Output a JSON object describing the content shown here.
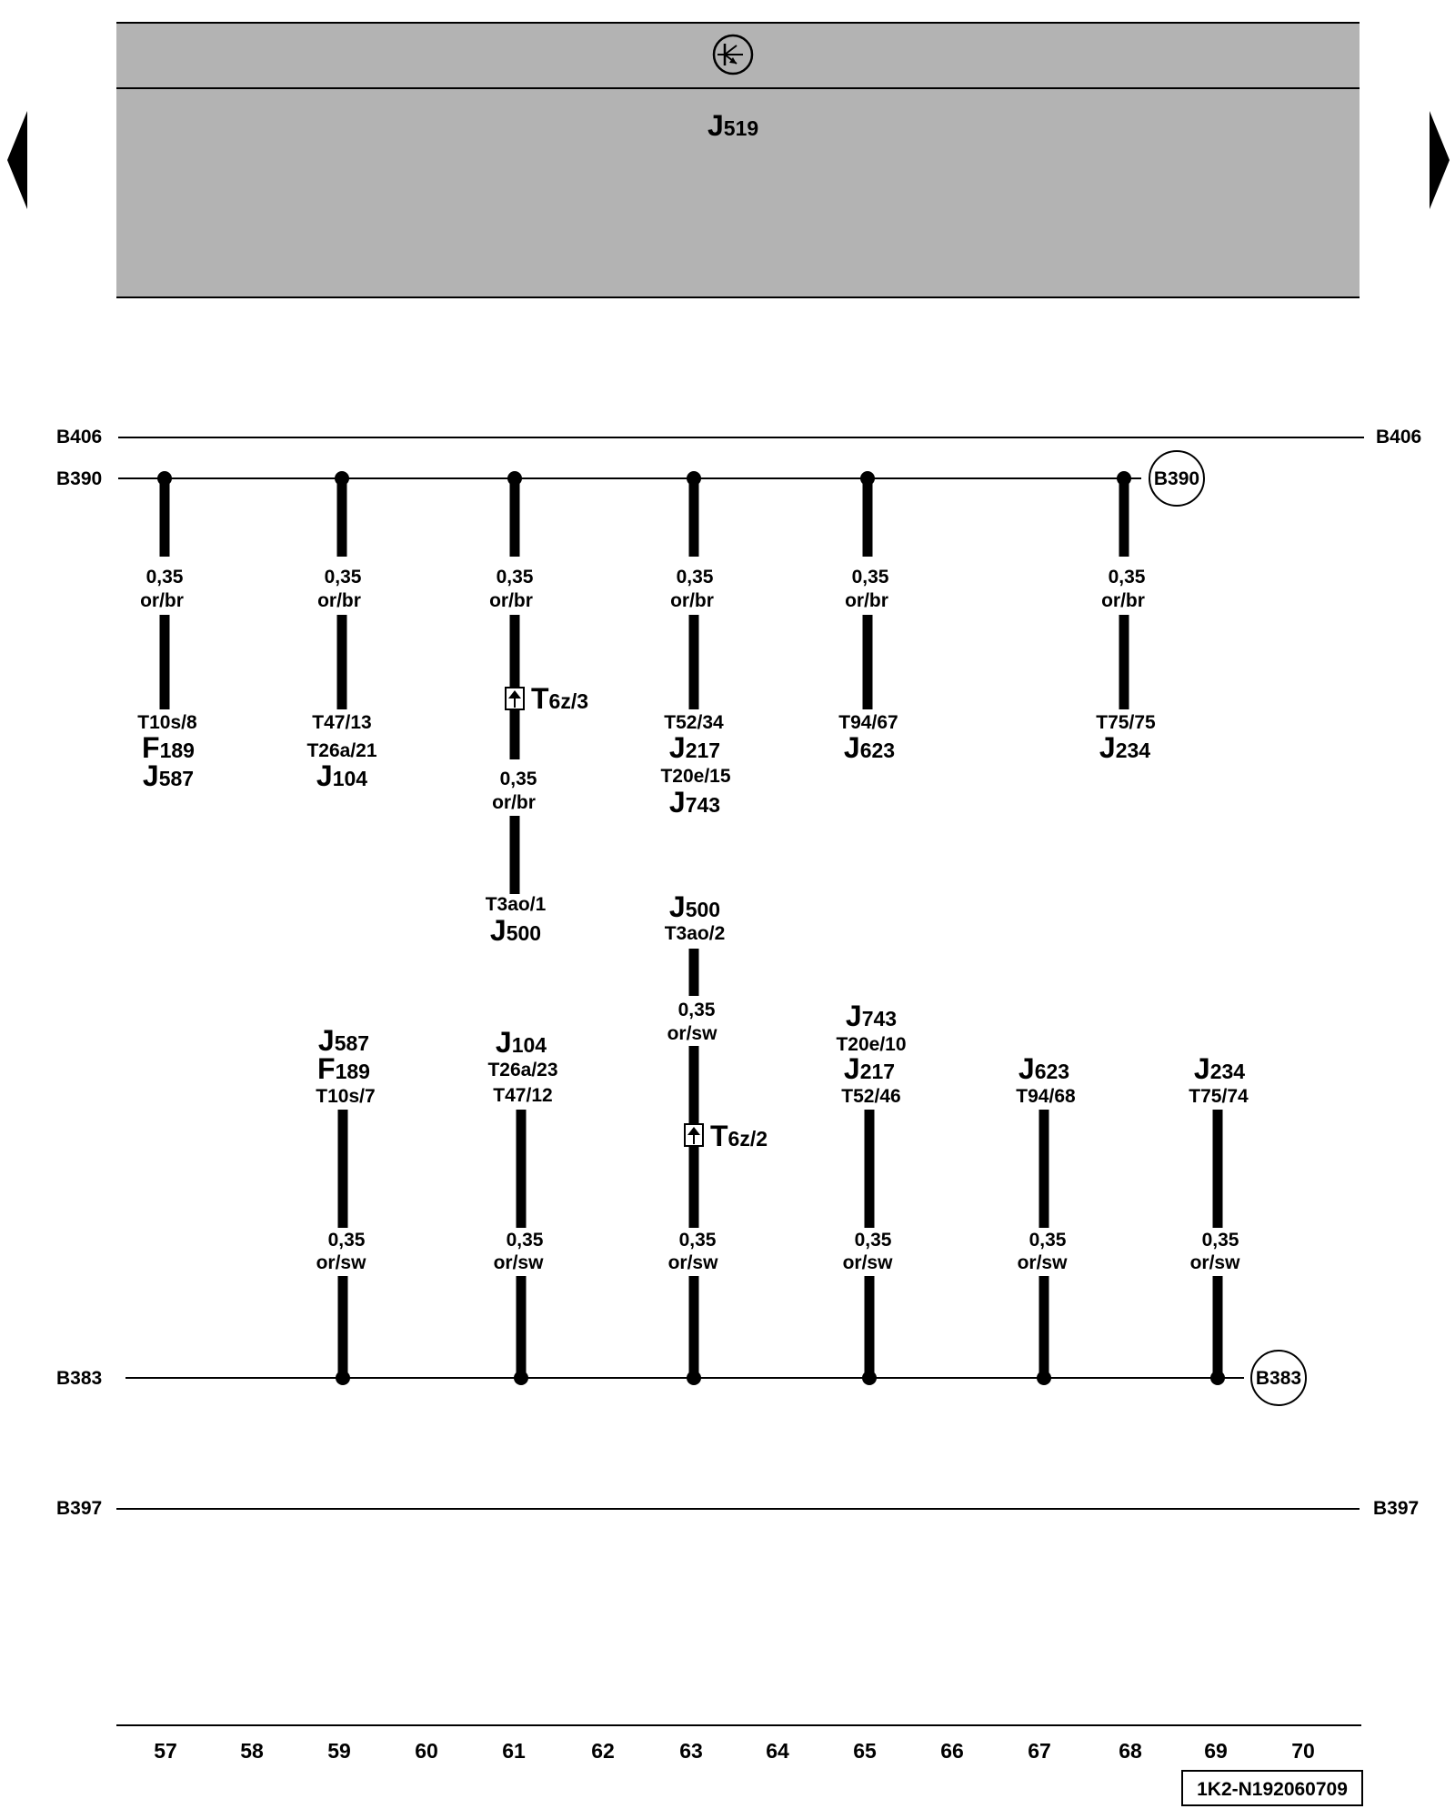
{
  "header": {
    "ground_symbol": "ground-icon",
    "component": {
      "letter": "J",
      "num": "519"
    }
  },
  "buses": {
    "B406": "B406",
    "B390": "B390",
    "B383": "B383",
    "B397": "B397"
  },
  "top_wires": [
    {
      "gauge": "0,35",
      "color": "or/br",
      "conn": "T10s/8",
      "c1": {
        "letter": "F",
        "num": "189"
      },
      "c2": {
        "letter": "J",
        "num": "587"
      }
    },
    {
      "gauge": "0,35",
      "color": "or/br",
      "conn": "T47/13",
      "conn2": "T26a/21",
      "c1": {
        "letter": "J",
        "num": "104"
      }
    },
    {
      "gauge": "0,35",
      "color": "or/br",
      "splice": {
        "letter": "T",
        "num": "6z/3"
      },
      "gauge2": "0,35",
      "color2": "or/br",
      "conn": "T3ao/1",
      "c1": {
        "letter": "J",
        "num": "500"
      }
    },
    {
      "gauge": "0,35",
      "color": "or/br",
      "conn": "T52/34",
      "c1": {
        "letter": "J",
        "num": "217"
      },
      "conn2": "T20e/15",
      "c2": {
        "letter": "J",
        "num": "743"
      }
    },
    {
      "gauge": "0,35",
      "color": "or/br",
      "conn": "T94/67",
      "c1": {
        "letter": "J",
        "num": "623"
      }
    },
    {
      "gauge": "0,35",
      "color": "or/br",
      "conn": "T75/75",
      "c1": {
        "letter": "J",
        "num": "234"
      }
    }
  ],
  "bottom_wires": [
    {
      "c1": {
        "letter": "J",
        "num": "587"
      },
      "c2": {
        "letter": "F",
        "num": "189"
      },
      "conn": "T10s/7",
      "gauge": "0,35",
      "color": "or/sw"
    },
    {
      "c1": {
        "letter": "J",
        "num": "104"
      },
      "conn": "T26a/23",
      "conn2": "T47/12",
      "gauge": "0,35",
      "color": "or/sw"
    },
    {
      "c1": {
        "letter": "J",
        "num": "500"
      },
      "conn": "T3ao/2",
      "gauge": "0,35",
      "color": "or/sw",
      "splice": {
        "letter": "T",
        "num": "6z/2"
      },
      "gauge2": "0,35",
      "color2": "or/sw"
    },
    {
      "c1": {
        "letter": "J",
        "num": "743"
      },
      "conn": "T20e/10",
      "c2": {
        "letter": "J",
        "num": "217"
      },
      "conn2": "T52/46",
      "gauge": "0,35",
      "color": "or/sw"
    },
    {
      "c1": {
        "letter": "J",
        "num": "623"
      },
      "conn": "T94/68",
      "gauge": "0,35",
      "color": "or/sw"
    },
    {
      "c1": {
        "letter": "J",
        "num": "234"
      },
      "conn": "T75/74",
      "gauge": "0,35",
      "color": "or/sw"
    }
  ],
  "columns": [
    "57",
    "58",
    "59",
    "60",
    "61",
    "62",
    "63",
    "64",
    "65",
    "66",
    "67",
    "68",
    "69",
    "70"
  ],
  "document_id": "1K2-N192060709"
}
